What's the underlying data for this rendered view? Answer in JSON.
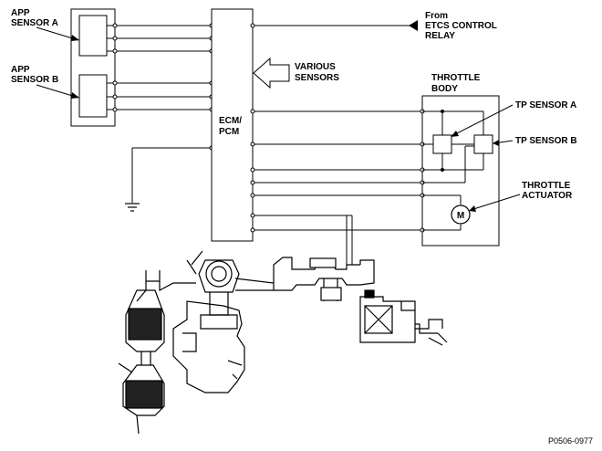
{
  "diagram": {
    "app_sensor_a": [
      "APP",
      "SENSOR A"
    ],
    "app_sensor_b": [
      "APP",
      "SENSOR B"
    ],
    "from_etcs": [
      "From",
      "ETCS CONTROL",
      "RELAY"
    ],
    "various_sensors": [
      "VARIOUS",
      "SENSORS"
    ],
    "ecm_pcm": [
      "ECM/",
      "PCM"
    ],
    "throttle_body": [
      "THROTTLE",
      "BODY"
    ],
    "tp_sensor_a": "TP SENSOR A",
    "tp_sensor_b": "TP SENSOR B",
    "throttle_actuator": [
      "THROTTLE",
      "ACTUATOR"
    ],
    "motor_symbol": "M",
    "figure_id": "P0506-0977"
  }
}
